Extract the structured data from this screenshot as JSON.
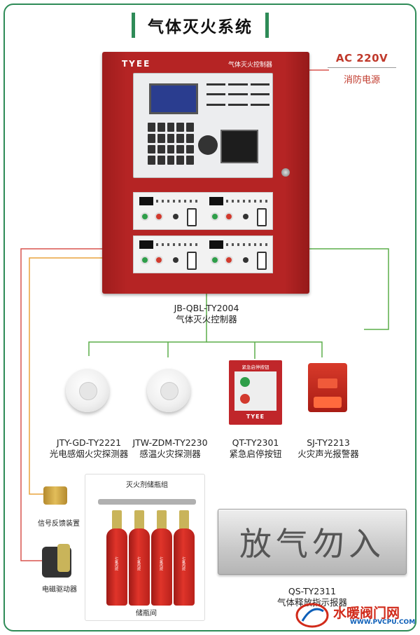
{
  "title": "气体灭火系统",
  "power": {
    "voltage": "AC 220V",
    "label": "消防电源"
  },
  "controller": {
    "brand": "TYEE",
    "panel_title": "气体灭火控制器",
    "model": "JB-QBL-TY2004",
    "name": "气体灭火控制器"
  },
  "devices": [
    {
      "model": "JTY-GD-TY2221",
      "name": "光电感烟火灾探测器"
    },
    {
      "model": "JTW-ZDM-TY2230",
      "name": "感温火灾探测器"
    },
    {
      "model": "QT-TY2301",
      "name": "紧急启停按钮"
    },
    {
      "model": "SJ-TY2213",
      "name": "火灾声光报警器"
    }
  ],
  "estop": {
    "label": "紧急启停按钮",
    "brand": "TYEE"
  },
  "cylinder_group": {
    "label": "灭火剂储瓶组",
    "room": "储瓶间",
    "bottle_text": "七氟丙烷"
  },
  "feedback_device": "信号反馈装置",
  "solenoid_driver": "电磁驱动器",
  "sign": {
    "text": "放气勿入",
    "model": "QS-TY2311",
    "name": "气体释放指示报器"
  },
  "watermark": {
    "text": "水暖阀门网",
    "url": "WWW.PVCPU.COM"
  },
  "colors": {
    "wire_green": "#5cae4a",
    "wire_orange": "#e8a33d",
    "wire_red": "#d9534f",
    "cabinet_red": "#b52424",
    "accent_red": "#c0392b"
  }
}
